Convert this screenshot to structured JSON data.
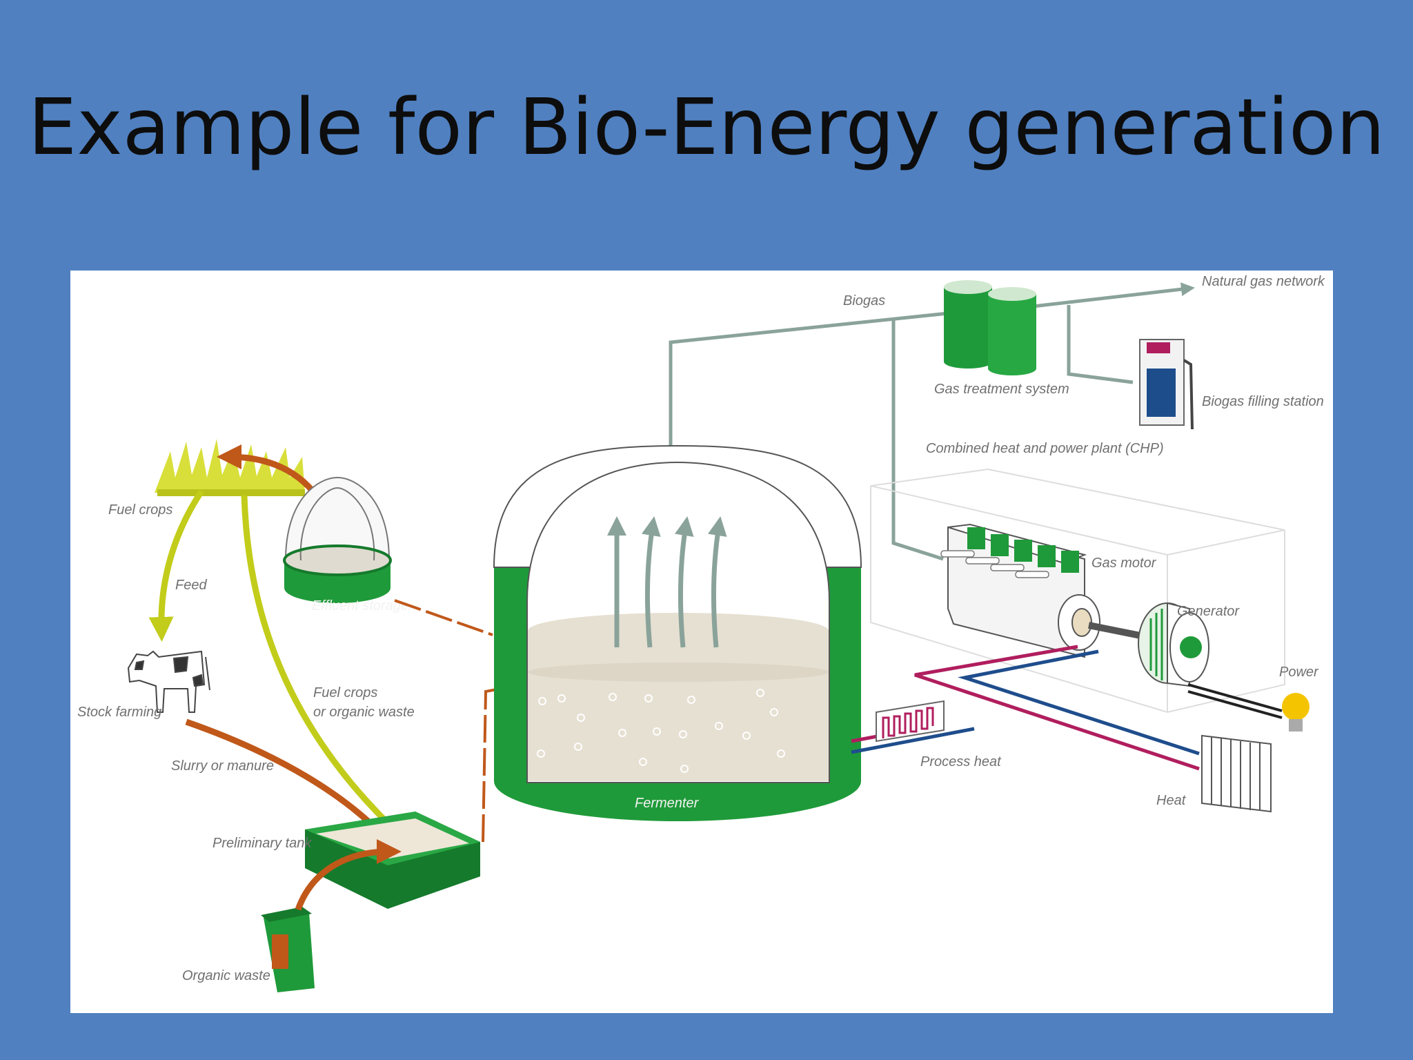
{
  "slide": {
    "title": "Example for Bio-Energy generation"
  },
  "diagram": {
    "labels": {
      "fuel_crops": "Fuel crops",
      "feed": "Feed",
      "effluent_storage": "Effluent storage",
      "stock_farming": "Stock farming",
      "fuel_crops_or_waste_line1": "Fuel crops",
      "fuel_crops_or_waste_line2": "or organic waste",
      "slurry_or_manure": "Slurry or manure",
      "preliminary_tank": "Preliminary tank",
      "organic_waste": "Organic waste",
      "fermenter": "Fermenter",
      "biogas": "Biogas",
      "gas_treatment_system": "Gas treatment system",
      "natural_gas_network": "Natural gas network",
      "biogas_filling_station": "Biogas filling station",
      "chp": "Combined heat and power plant (CHP)",
      "gas_motor": "Gas motor",
      "generator": "Generator",
      "power": "Power",
      "process_heat": "Process heat",
      "heat": "Heat"
    },
    "colors": {
      "background": "#5080c0",
      "tank_green": "#1f9a3a",
      "dark_green": "#157a2c",
      "slurry_arrow": "#c0581a",
      "crop_arrow": "#c2cc1a",
      "gas_pipe": "#8aa39a",
      "heat_red": "#b01e5e",
      "heat_blue": "#1e4d8c"
    }
  }
}
